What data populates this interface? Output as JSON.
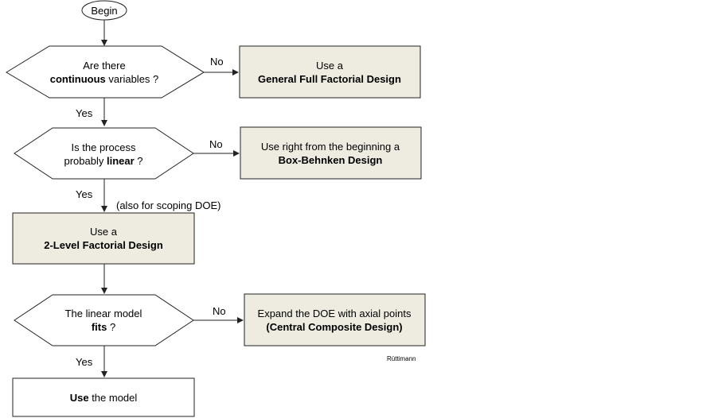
{
  "begin": "Begin",
  "decision1": {
    "line1": "Are  there",
    "line2_bold": "continuous",
    "line2_rest": " variables ?"
  },
  "decision2": {
    "line1": "Is the process",
    "line2_pre": "probably ",
    "line2_bold": "linear",
    "line2_post": " ?"
  },
  "decision3": {
    "line1": "The linear model",
    "line2_bold": "fits",
    "line2_post": "  ?"
  },
  "box1": {
    "line1": "Use a",
    "line2": "General Full Factorial Design"
  },
  "box2": {
    "line1": "Use right from the beginning a",
    "line2": "Box-Behnken Design"
  },
  "box3": {
    "line1": "Use a",
    "line2": "2-Level Factorial Design"
  },
  "box4": {
    "line1": "Expand the DOE with axial points",
    "line2": "(Central Composite Design)"
  },
  "box5": {
    "bold": "Use",
    "rest": " the model"
  },
  "labels": {
    "no1": "No",
    "yes1": "Yes",
    "no2": "No",
    "yes2": "Yes",
    "no3": "No",
    "yes3": "Yes",
    "scoping": "(also for scoping DOE)",
    "author": "Rüttimann"
  }
}
